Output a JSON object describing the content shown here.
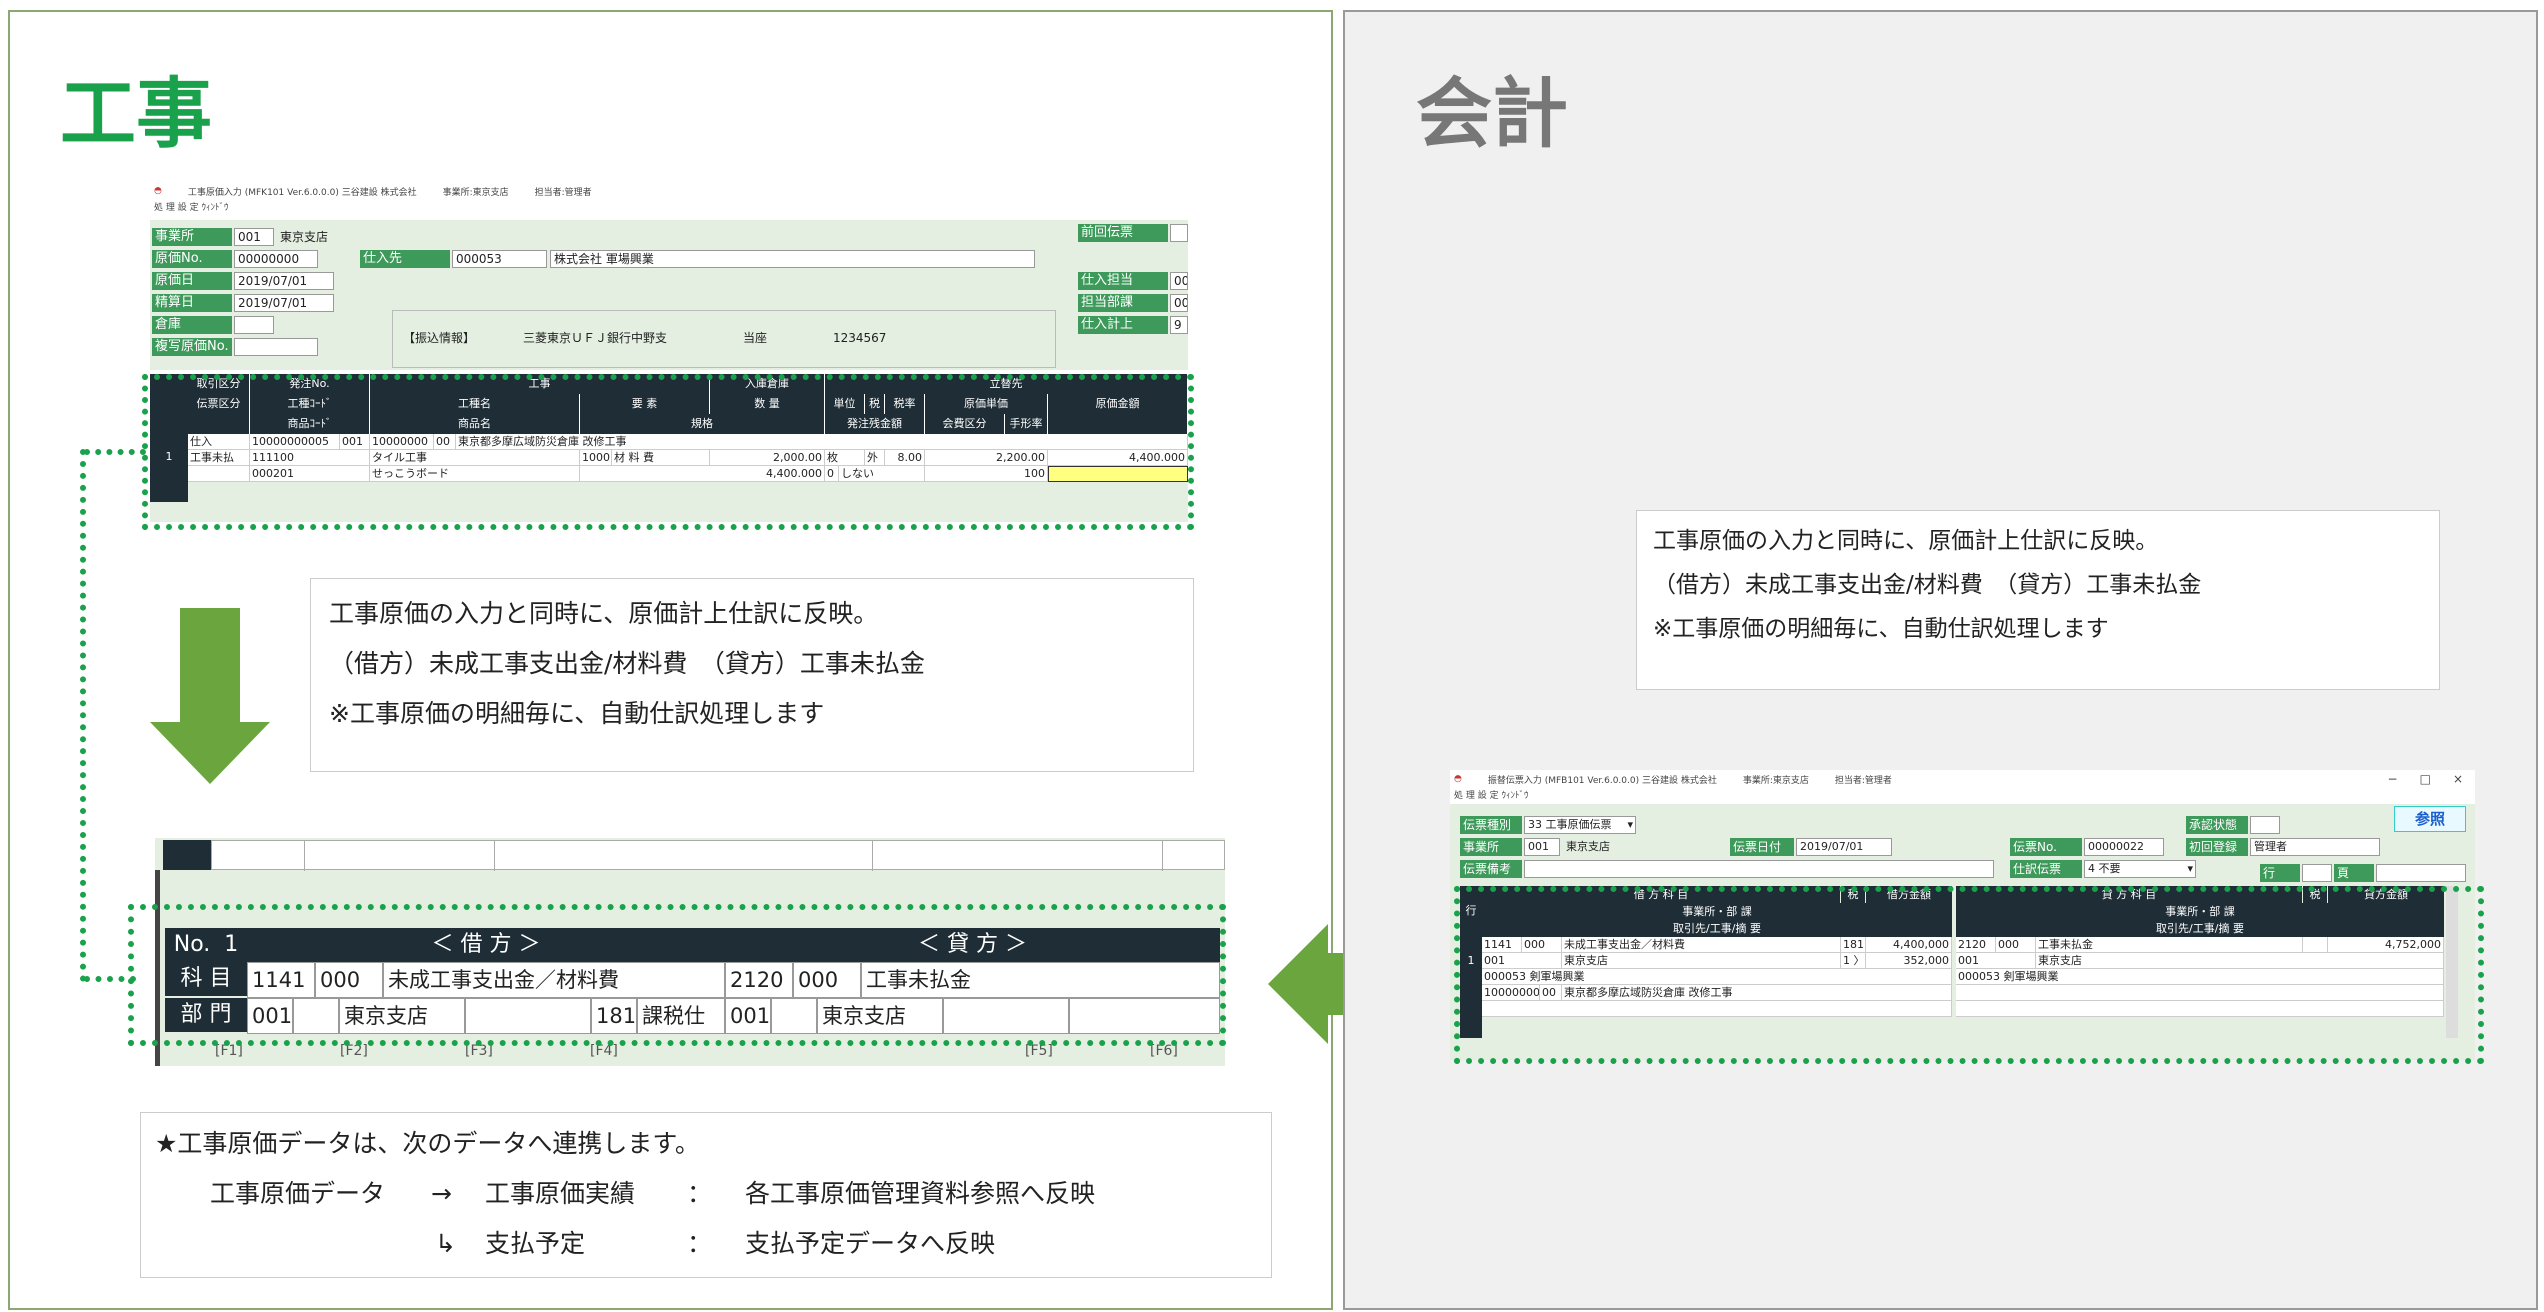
{
  "left": {
    "title": "工事",
    "window": {
      "title": "工事原価入力 (MFK101 Ver.6.0.0.0) 三谷建設 株式会社",
      "office": "事業所:東京支店",
      "user": "担当者:管理者",
      "menu": "処 理 設 定 ｳｨﾝﾄﾞｳ",
      "form": {
        "office_label": "事業所",
        "office_code": "001",
        "office_name": "東京支店",
        "cost_no_label": "原価No.",
        "cost_no": "00000000",
        "cost_date_label": "原価日",
        "cost_date": "2019/07/01",
        "settle_date_label": "精算日",
        "settle_date": "2019/07/01",
        "warehouse_label": "倉庫",
        "copy_label": "複写原価No.",
        "supplier_label": "仕入先",
        "supplier_code": "000053",
        "supplier_name": "株式会社 軍場興業",
        "transfer_info": "【振込情報】",
        "bank": "三菱東京ＵＦＪ銀行中野支",
        "account_type": "当座",
        "account_no": "1234567",
        "prev_slip_label": "前回伝票",
        "purchase_staff_label": "仕入担当",
        "staff_dept_label": "担当部課",
        "purchase_post_label": "仕入計上",
        "staff_val": "00",
        "dept_val": "00",
        "post_val": "9"
      },
      "grid": {
        "headers_row1": [
          "取引区分",
          "発注No.",
          "工事",
          "入庫倉庫",
          "立替先"
        ],
        "headers_row2": [
          "伝票区分",
          "工種ｺｰﾄﾞ",
          "工種名",
          "要 素",
          "数 量",
          "単位",
          "税",
          "税率",
          "原価単価",
          "原価金額"
        ],
        "headers_row3": [
          "商品ｺｰﾄﾞ",
          "商品名",
          "規格",
          "発注残金額",
          "会費区分",
          "手形率"
        ],
        "row_no": "1",
        "r1": [
          "仕入",
          "10000000005",
          "001",
          "10000000",
          "00",
          "東京都多摩広域防災倉庫 改修工事"
        ],
        "r2": [
          "工事未払",
          "111100",
          "タイル工事",
          "1000",
          "材 料 費",
          "2,000.00",
          "枚",
          "外",
          "8.00",
          "2,200.00",
          "4,400.000"
        ],
        "r3": [
          "000201",
          "せっこうボード",
          "4,400.000",
          "0",
          "しない",
          "100"
        ]
      }
    },
    "note": [
      "工事原価の入力と同時に、原価計上仕訳に反映。",
      "（借方）未成工事支出金/材料費　（貸方）工事未払金",
      "※工事原価の明細毎に、自動仕訳処理します"
    ],
    "journal": {
      "no_label": "No.",
      "no_value": "1",
      "debit_label": "＜ 借 方 ＞",
      "credit_label": "＜ 貸 方 ＞",
      "account_label": "科 目",
      "dept_label": "部 門",
      "d_acc_code": "1141",
      "d_acc_sub": "000",
      "d_acc_name": "未成工事支出金／材料費",
      "c_acc_code": "2120",
      "c_acc_sub": "000",
      "c_acc_name": "工事未払金",
      "d_dept_code": "001",
      "d_dept_name": "東京支店",
      "tax_code": "181",
      "tax_name": "課税仕",
      "c_dept_code": "001",
      "c_dept_name": "東京支店",
      "fkeys": [
        "[F1]",
        "[F2]",
        "[F3]",
        "[F4]",
        "[F5]",
        "[F6]"
      ]
    },
    "link_note": {
      "head": "★工事原価データは、次のデータへ連携します。",
      "l1_a": "工事原価データ",
      "l1_arrow": "→",
      "l1_b": "工事原価実績",
      "l1_colon": "：",
      "l1_c": "各工事原価管理資料参照へ反映",
      "l2_arrow": "↳",
      "l2_b": "支払予定",
      "l2_colon": "：",
      "l2_c": "支払予定データへ反映"
    }
  },
  "right": {
    "title": "会計",
    "note": [
      "工事原価の入力と同時に、原価計上仕訳に反映。",
      "（借方）未成工事支出金/材料費　（貸方）工事未払金",
      "※工事原価の明細毎に、自動仕訳処理します"
    ],
    "window": {
      "title": "振替伝票入力 (MFB101 Ver.6.0.0.0) 三谷建設 株式会社",
      "office": "事業所:東京支店",
      "user": "担当者:管理者",
      "menu": "処 理 設 定 ｳｨﾝﾄﾞｳ",
      "controls": [
        "−",
        "□",
        "×"
      ],
      "ref_button": "参照",
      "slip_type_label": "伝票種別",
      "slip_type_code": "33",
      "slip_type_name": "工事原価伝票",
      "office_label": "事業所",
      "office_code": "001",
      "office_name": "東京支店",
      "date_label": "伝票日付",
      "date": "2019/07/01",
      "slip_no_label": "伝票No.",
      "slip_no": "00000022",
      "approval_label": "承認状態",
      "first_reg_label": "初回登録",
      "first_reg": "管理者",
      "memo_label": "伝票備考",
      "journal_label": "仕訳伝票",
      "journal_val": "4 不要",
      "row_label": "行",
      "page_label": "頁",
      "grid": {
        "row_col": "行",
        "h_debit": "借 方 科 目",
        "h_tax": "税",
        "h_debit_amt": "借方金額",
        "h_credit": "貸 方 科 目",
        "h_tax2": "税",
        "h_credit_amt": "貸方金額",
        "h_dept": "事業所・部 課",
        "h_dept2": "事業所・部 課",
        "h_partner": "取引先/工事/摘 要",
        "h_partner2": "取引先/工事/摘 要",
        "row_no": "1",
        "d1_code": "1141",
        "d1_sub": "000",
        "d1_name": "未成工事支出金／材料費",
        "d1_tax": "181",
        "d1_amt": "4,400,000",
        "d2_code": "001",
        "d2_name": "東京支店",
        "d2_taxcode": "1",
        "d2_taxmark": "〉",
        "d2_amt": "352,000",
        "d3": "000053 剣軍場興業",
        "d4_code": "10000000",
        "d4_sub": "00",
        "d4_name": "東京都多摩広域防災倉庫 改修工事",
        "c1_code": "2120",
        "c1_sub": "000",
        "c1_name": "工事未払金",
        "c1_amt": "4,752,000",
        "c2_code": "001",
        "c2_name": "東京支店",
        "c3": "000053 剣軍場興業"
      }
    }
  }
}
